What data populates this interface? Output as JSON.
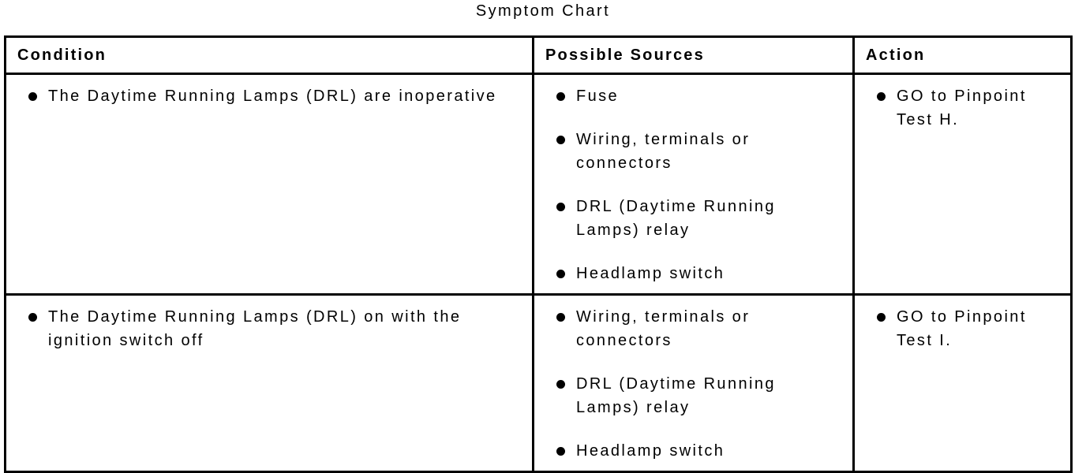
{
  "page": {
    "title": "Symptom Chart"
  },
  "colors": {
    "text": "#000000",
    "background": "#ffffff",
    "table_border": "#000000"
  },
  "table": {
    "headers": [
      {
        "label": "Condition"
      },
      {
        "label": "Possible Sources"
      },
      {
        "label": "Action"
      }
    ],
    "rows": [
      {
        "condition": [
          "The Daytime Running Lamps (DRL) are inoperative"
        ],
        "sources": [
          "Fuse",
          "Wiring, terminals or connectors",
          "DRL (Daytime Running Lamps) relay",
          "Headlamp switch"
        ],
        "action": [
          "GO to Pinpoint Test H."
        ]
      },
      {
        "condition": [
          "The Daytime Running Lamps (DRL) on with the ignition switch off"
        ],
        "sources": [
          "Wiring, terminals or connectors",
          "DRL (Daytime Running Lamps) relay",
          "Headlamp switch"
        ],
        "action": [
          "GO to Pinpoint Test I."
        ]
      }
    ]
  }
}
